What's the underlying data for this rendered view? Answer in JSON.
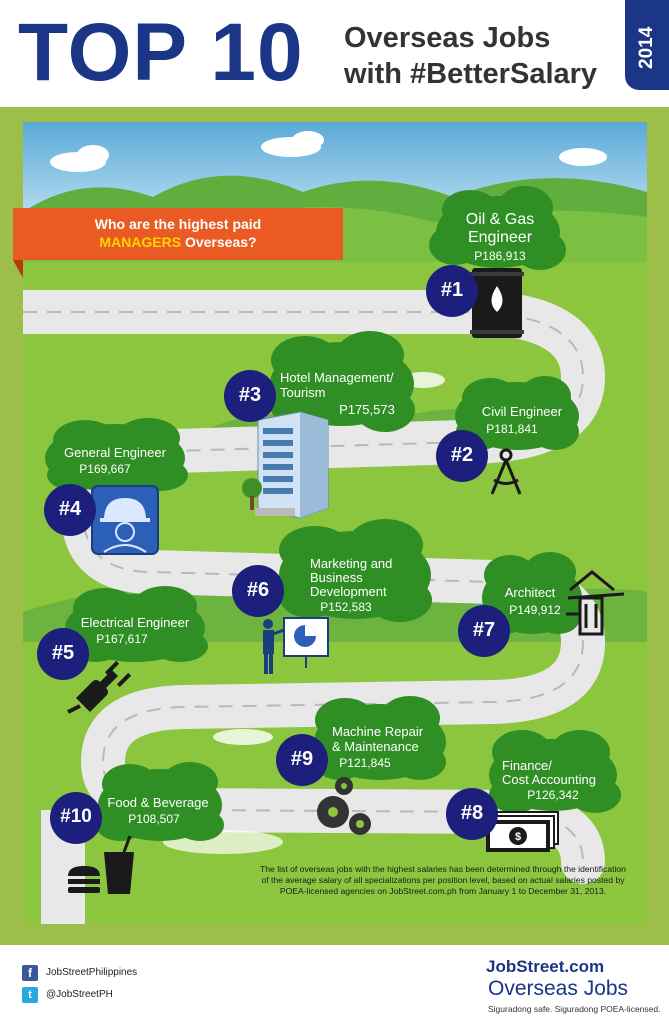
{
  "header": {
    "title": "TOP 10",
    "subtitle_line1": "Overseas Jobs",
    "subtitle_line2": "with #BetterSalary",
    "year": "2014"
  },
  "banner": {
    "line1": "Who are the highest paid",
    "line2_highlight": "MANAGERS",
    "line2_rest": " Overseas?"
  },
  "jobs": [
    {
      "rank": "#1",
      "title_line1": "Oil & Gas",
      "title_line2": "Engineer",
      "salary": "P186,913",
      "icon": "oil-barrel-icon"
    },
    {
      "rank": "#2",
      "title_line1": "Civil Engineer",
      "title_line2": "",
      "salary": "P181,841",
      "icon": "compass-icon"
    },
    {
      "rank": "#3",
      "title_line1": "Hotel Management/",
      "title_line2": "Tourism",
      "salary": "P175,573",
      "icon": "hotel-building-icon"
    },
    {
      "rank": "#4",
      "title_line1": "General Engineer",
      "title_line2": "",
      "salary": "P169,667",
      "icon": "engineer-helmet-icon"
    },
    {
      "rank": "#5",
      "title_line1": "Electrical Engineer",
      "title_line2": "",
      "salary": "P167,617",
      "icon": "electric-plug-icon"
    },
    {
      "rank": "#6",
      "title_line1": "Marketing and",
      "title_line2": "Business",
      "title_line3": "Development",
      "salary": "P152,583",
      "icon": "presenter-chart-icon"
    },
    {
      "rank": "#7",
      "title_line1": "Architect",
      "title_line2": "",
      "salary": "P149,912",
      "icon": "architect-tools-icon"
    },
    {
      "rank": "#8",
      "title_line1": "Finance/",
      "title_line2": "Cost Accounting",
      "salary": "P126,342",
      "icon": "money-stack-icon"
    },
    {
      "rank": "#9",
      "title_line1": "Machine Repair",
      "title_line2": "& Maintenance",
      "salary": "P121,845",
      "icon": "gears-icon"
    },
    {
      "rank": "#10",
      "title_line1": "Food & Beverage",
      "title_line2": "",
      "salary": "P108,507",
      "icon": "burger-drink-icon"
    }
  ],
  "footnote": "The list of overseas jobs with the highest salaries has been determined through the identification of the average salary of all specializations per position level, based on actual salaries posted by POEA-licensed agencies on JobStreet.com.ph from January 1 to December 31, 2013.",
  "footer": {
    "facebook": "JobStreetPhilippines",
    "twitter": "@JobStreetPH",
    "brand": "JobStreet.com",
    "brand_sub": "Overseas Jobs",
    "tagline": "Siguradong safe. Siguradong POEA-licensed."
  },
  "colors": {
    "navy": "#1b3587",
    "rank_circle": "#1c1f7c",
    "bubble_green": "#2f8f24",
    "banner_orange": "#ea5b23",
    "highlight_yellow": "#ffd200",
    "grass": "#8cc63f",
    "road": "#e6e6e6"
  }
}
